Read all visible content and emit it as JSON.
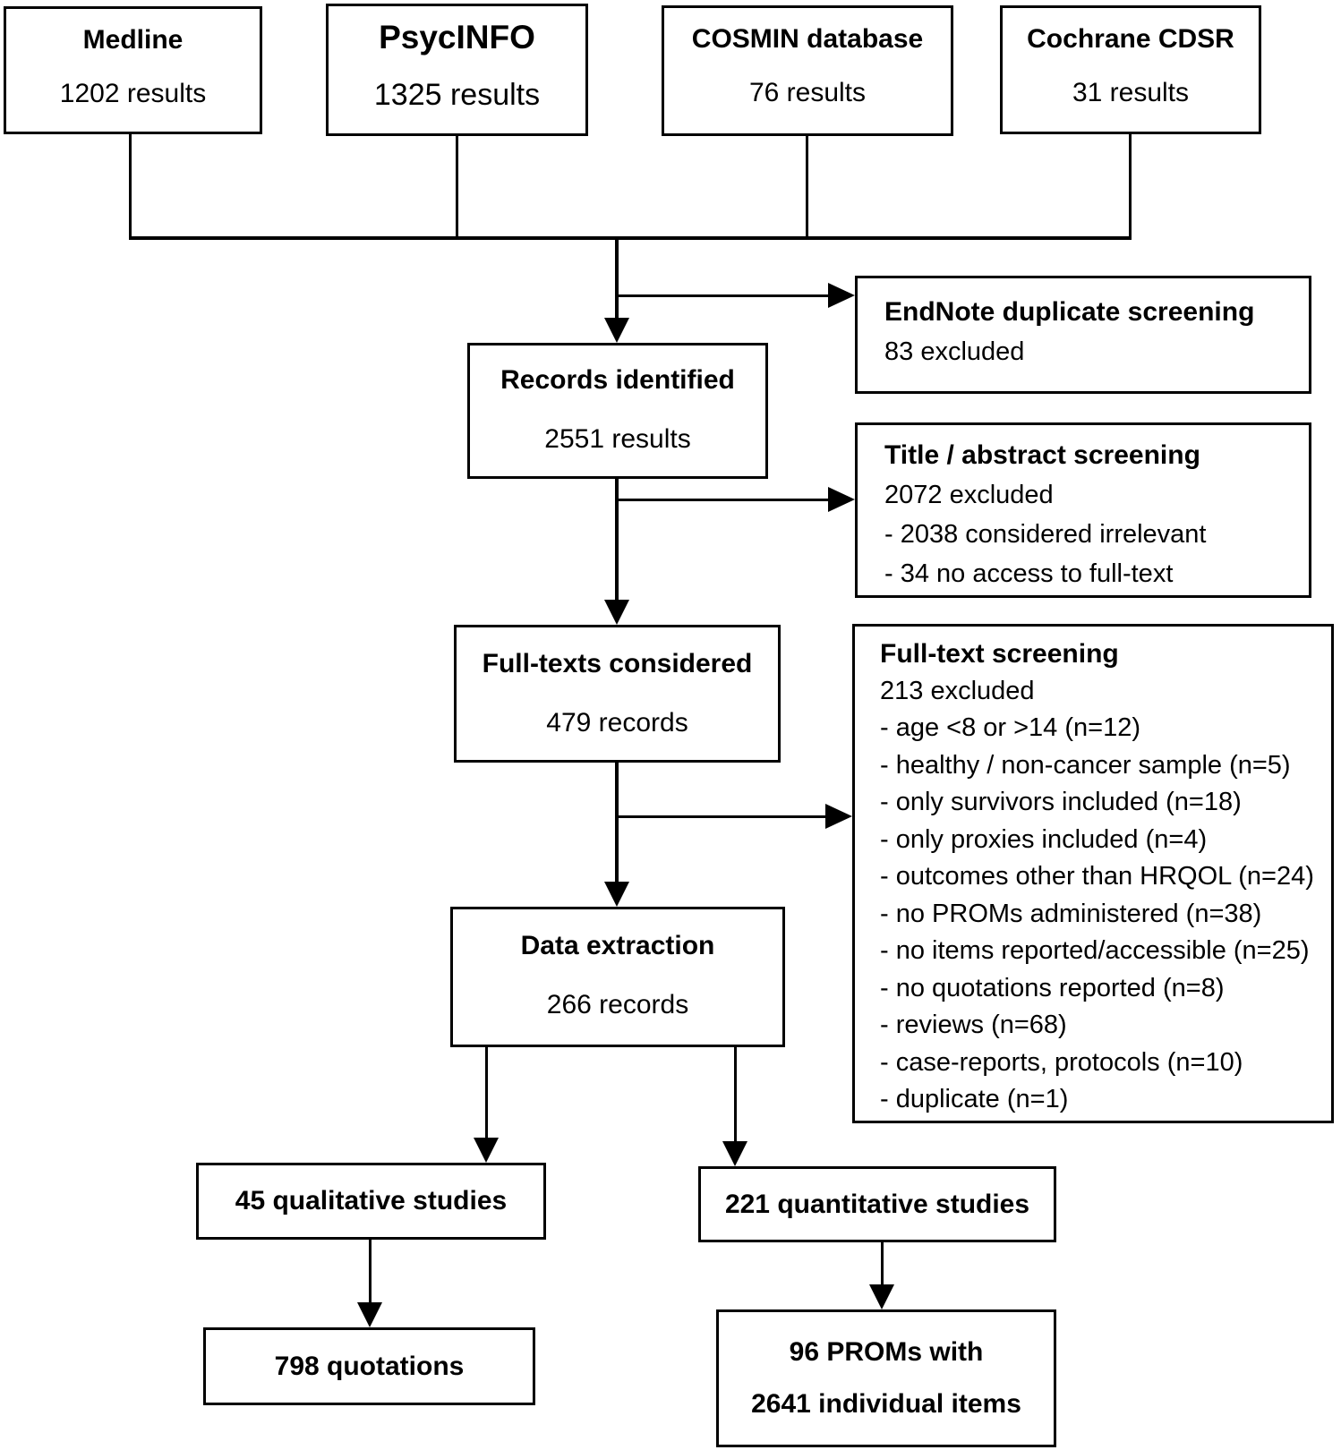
{
  "sources": [
    {
      "name": "Medline",
      "count": "1202 results"
    },
    {
      "name": "PsycINFO",
      "count": "1325 results"
    },
    {
      "name": "COSMIN database",
      "count": "76 results"
    },
    {
      "name": "Cochrane CDSR",
      "count": "31 results"
    }
  ],
  "records_identified": {
    "title": "Records identified",
    "count": "2551 results"
  },
  "endnote_screening": {
    "title": "EndNote duplicate screening",
    "excluded": "83 excluded"
  },
  "title_abstract_screening": {
    "title": "Title / abstract screening",
    "excluded": "2072 excluded",
    "reasons": [
      "- 2038 considered irrelevant",
      "- 34 no access to full-text"
    ]
  },
  "full_texts_considered": {
    "title": "Full-texts considered",
    "count": "479 records"
  },
  "full_text_screening": {
    "title": "Full-text screening",
    "excluded": "213 excluded",
    "reasons": [
      "- age <8 or >14 (n=12)",
      "- healthy / non-cancer sample (n=5)",
      "- only survivors included (n=18)",
      "- only proxies included (n=4)",
      "- outcomes other than HRQOL (n=24)",
      "- no PROMs administered (n=38)",
      "- no items reported/accessible (n=25)",
      "- no quotations reported (n=8)",
      "- reviews (n=68)",
      "- case-reports, protocols (n=10)",
      "- duplicate (n=1)"
    ]
  },
  "data_extraction": {
    "title": "Data extraction",
    "count": "266 records"
  },
  "qualitative_studies": {
    "title": "45 qualitative studies"
  },
  "quotations": {
    "title": "798 quotations"
  },
  "quantitative_studies": {
    "title": "221 quantitative studies"
  },
  "proms": {
    "title": "96 PROMs with",
    "subtitle": "2641 individual items"
  }
}
